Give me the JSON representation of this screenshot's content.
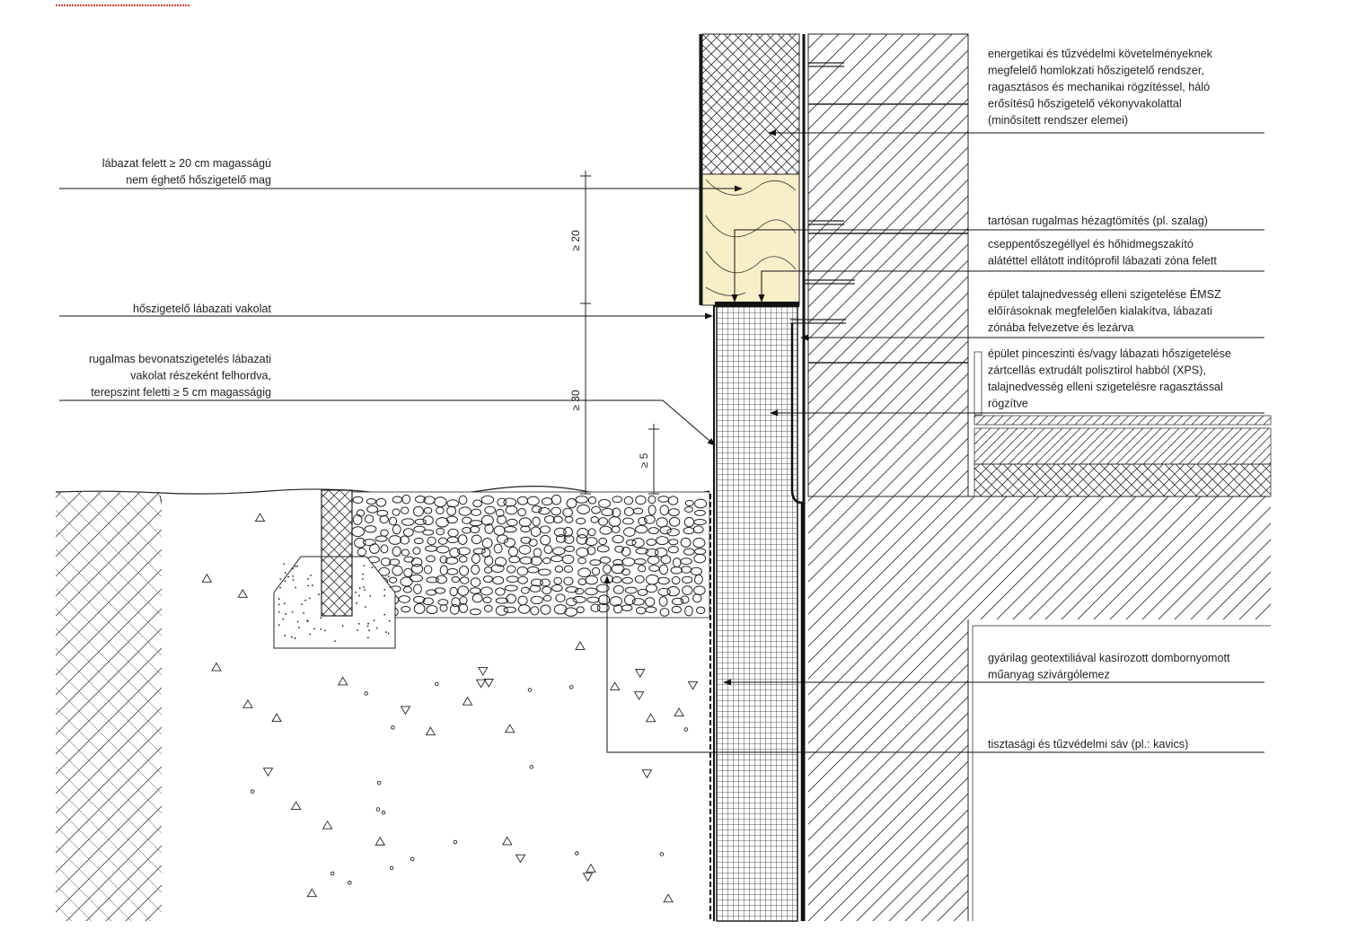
{
  "labels": {
    "facade_system": [
      "energetikai és tűzvédelmi követelményeknek",
      "megfelelő homlokzati hőszigetelő rendszer,",
      "ragasztásos és mechanikai rögzítéssel, háló",
      "erősítésű hőszigetelő vékonyvakolattal",
      "(minősített rendszer elemei)"
    ],
    "joint_sealing": [
      "tartósan rugalmas hézagtömítés (pl. szalag)"
    ],
    "starter_profile": [
      "cseppentőszegéllyel és hőhidmegszakító",
      "alátéttel ellátott indítóprofil lábazati zóna felett"
    ],
    "moisture_insulation": [
      "épület talajnedvesség elleni szigetelése ÉMSZ",
      "előírásoknak megfelelően kialakítva, lábazati",
      "zónába felvezetve és lezárva"
    ],
    "basement_insulation": [
      "épület pinceszinti és/vagy lábazati hőszigetelése",
      "zártcellás extrudált polisztirol habból (XPS),",
      "talajnedvesség elleni szigetelésre ragasztással",
      "rögzítve"
    ],
    "drain_membrane": [
      "gyárilag geotextiliával kasírozott dombornyomott",
      "műanyag szivárgólemez"
    ],
    "gravel_strip": [
      "tisztasági és tűzvédelmi sáv (pl.: kavics)"
    ],
    "noncombustible_core": [
      "lábazat felett ≥ 20 cm magasságú",
      "nem éghető hőszigetelő mag"
    ],
    "plinth_plaster": [
      "hőszigetelő lábazati vakolat"
    ],
    "coating_seal": [
      "rugalmas bevonatszigetelés lábazati",
      "vakolat részeként felhordva,",
      "terepszint feletti ≥ 5 cm magasságig"
    ]
  },
  "dimensions": {
    "d20": "≥ 20",
    "d30": "≥ 30",
    "d5": "≥ 5"
  },
  "colors": {
    "line": "#1a1a1a",
    "mineral_wool": "#f8efc8",
    "red_mark": "#cc0000"
  }
}
